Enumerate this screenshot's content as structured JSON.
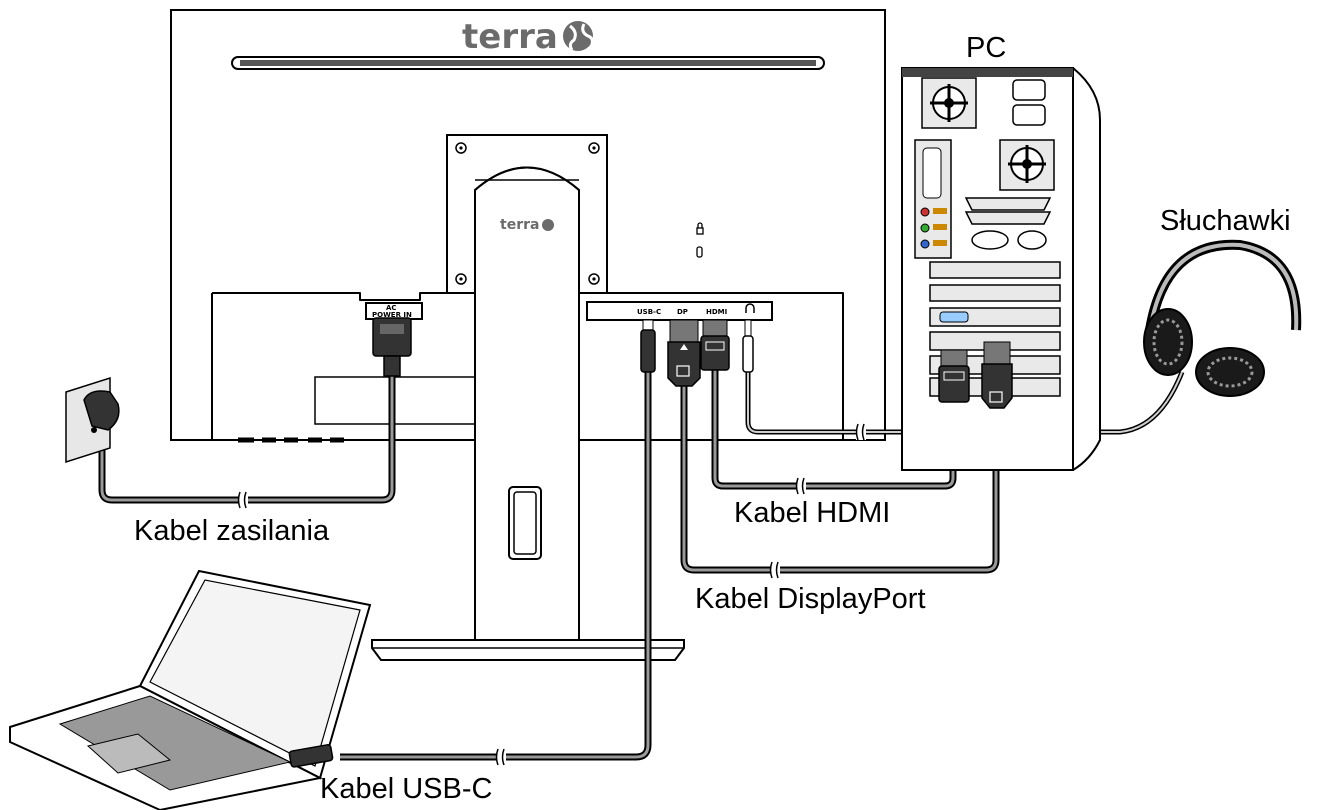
{
  "labels": {
    "pc": "PC",
    "headphones": "Słuchawki",
    "power_cable": "Kabel zasilania",
    "hdmi_cable": "Kabel HDMI",
    "displayport_cable": "Kabel DisplayPort",
    "usbc_cable": "Kabel USB-C"
  },
  "monitor": {
    "brand_top": "terra",
    "brand_stand": "terra",
    "power_port_line1": "AC",
    "power_port_line2": "POWER IN",
    "ports": {
      "usbc": "USB-C",
      "dp": "DP",
      "hdmi": "HDMI"
    }
  },
  "icons": [
    "globe-icon",
    "lock-icon",
    "headphone-port-icon",
    "fan-icon",
    "power-socket-icon"
  ]
}
